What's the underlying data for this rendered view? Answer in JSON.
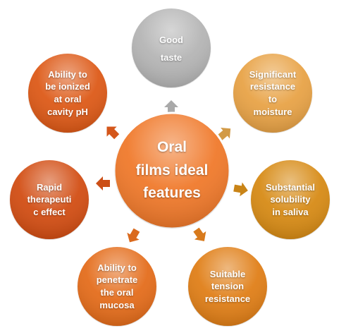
{
  "center": {
    "lines": [
      "Oral",
      "films ideal",
      "features"
    ],
    "color": "#f07a2c"
  },
  "satellites": [
    {
      "lines": [
        "Good",
        "taste"
      ],
      "color": "#b5b5b5"
    },
    {
      "lines": [
        "Significant",
        "resistance",
        "to",
        "moisture"
      ],
      "color": "#e8a347"
    },
    {
      "lines": [
        "Substantial",
        "solubility",
        "in saliva"
      ],
      "color": "#d78b16"
    },
    {
      "lines": [
        "Suitable",
        "tension",
        "resistance"
      ],
      "color": "#e07f18"
    },
    {
      "lines": [
        "Ability to",
        "penetrate",
        "the oral",
        "mucosa"
      ],
      "color": "#e46d1c"
    },
    {
      "lines": [
        "Rapid",
        "therapeuti",
        "c effect"
      ],
      "color": "#d24e14"
    },
    {
      "lines": [
        "Ability to",
        "be ionized",
        "at oral",
        "cavity pH"
      ],
      "color": "#dd5a18"
    }
  ]
}
